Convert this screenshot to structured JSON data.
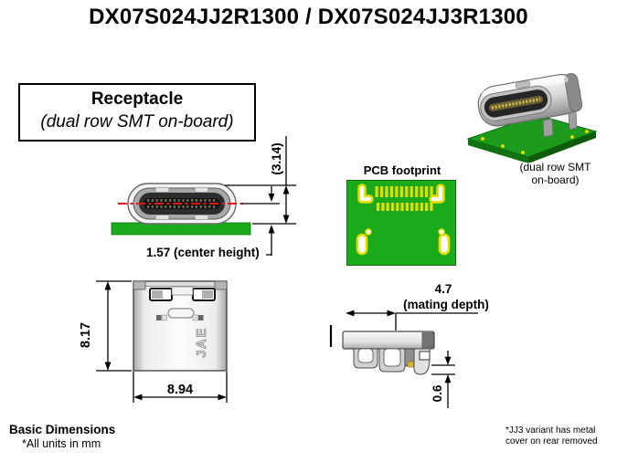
{
  "slide": {
    "title": "DX07S024JJ2R1300 / DX07S024JJ3R1300"
  },
  "receptacle_box": {
    "title": "Receptacle",
    "subtitle": "(dual row SMT on-board)"
  },
  "front_view": {
    "dim_overall_height": "(3.14)",
    "dim_center_height": "1.57 (center height)"
  },
  "pcb_footprint": {
    "label": "PCB footprint",
    "pads_per_row": 12,
    "rows": 2
  },
  "photo_3d": {
    "caption_line1": "(dual row SMT",
    "caption_line2": "on-board)"
  },
  "top_view": {
    "dim_height": "8.17",
    "dim_width": "8.94",
    "brand_mark": "JAE"
  },
  "side_view": {
    "dim_mating_value": "4.7",
    "dim_mating_label": "(mating depth)",
    "dim_standoff": "0.6"
  },
  "footer": {
    "left_title": "Basic Dimensions",
    "left_note": "*All units in mm",
    "right_note_line1": "*JJ3 variant has metal",
    "right_note_line2": "cover on rear removed"
  },
  "colors": {
    "board_green": "#1BAA1B",
    "board_green_dark": "#0C720C",
    "pad_yellow": "#E3DE00",
    "centerline_red": "#E51717"
  }
}
